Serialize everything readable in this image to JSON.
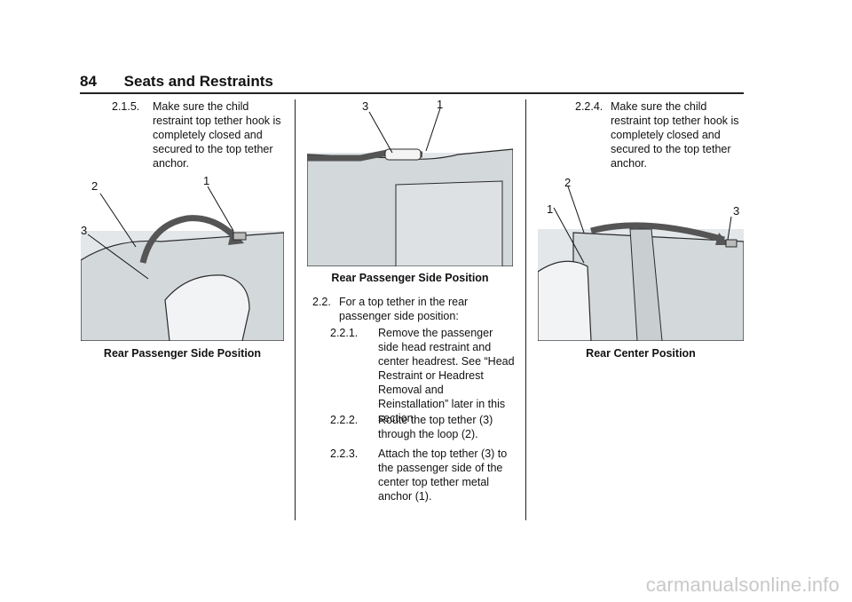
{
  "header": {
    "page_number": "84",
    "section_title": "Seats and Restraints"
  },
  "column1": {
    "step_215": {
      "number": "2.1.5.",
      "text": "Make sure the child restraint top tether hook is completely closed and secured to the top tether anchor."
    },
    "figure": {
      "callouts": [
        "2",
        "1",
        "3"
      ],
      "caption": "Rear Passenger Side Position"
    }
  },
  "column2": {
    "figure": {
      "callouts": [
        "3",
        "1"
      ],
      "caption": "Rear Passenger Side Position"
    },
    "step_22": {
      "number": "2.2.",
      "text": "For a top tether in the rear passenger side position:"
    },
    "step_221": {
      "number": "2.2.1.",
      "text": "Remove the passenger side head restraint and center headrest. See “Head Restraint or Headrest Removal and Reinstallation” later in this section."
    },
    "step_222": {
      "number": "2.2.2.",
      "text": "Route the top tether (3) through the loop (2)."
    },
    "step_223": {
      "number": "2.2.3.",
      "text": "Attach the top tether (3) to the passenger side of the center top tether metal anchor (1)."
    }
  },
  "column3": {
    "step_224": {
      "number": "2.2.4.",
      "text": "Make sure the child restraint top tether hook is completely closed and secured to the top tether anchor."
    },
    "figure": {
      "callouts": [
        "1",
        "2",
        "3"
      ],
      "caption": "Rear Center Position"
    }
  },
  "watermark": "carmanualsonline.info",
  "colors": {
    "seat_fill": "#e4e7e9",
    "seat_line": "#2a2a2a",
    "tether": "#555555"
  }
}
